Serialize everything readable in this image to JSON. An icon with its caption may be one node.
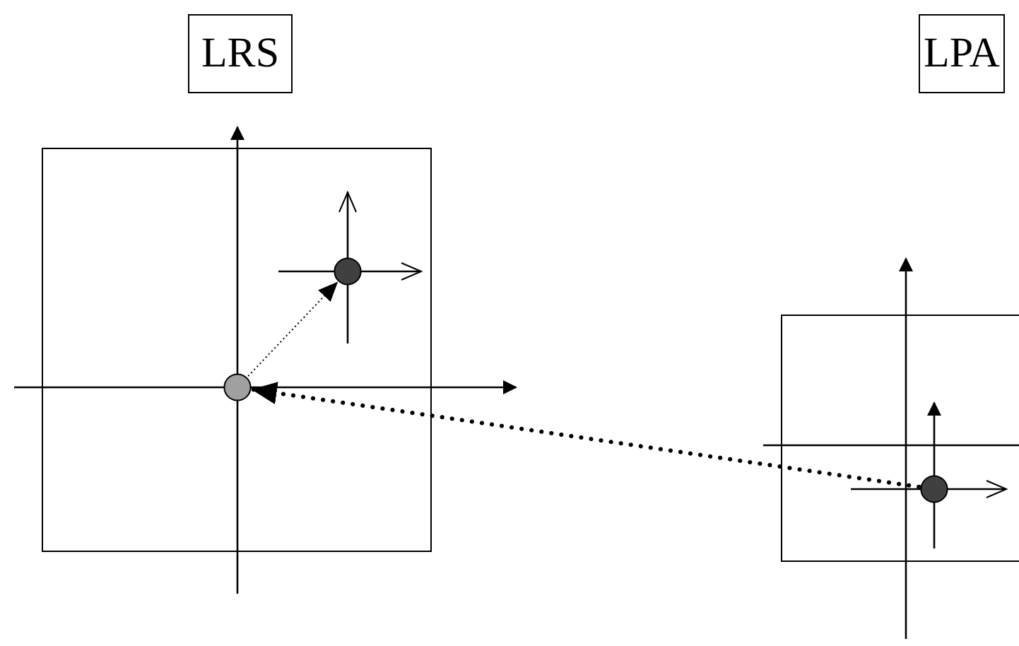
{
  "diagram": {
    "nodes": [
      {
        "text": [
          "LRS"
        ]
      },
      {
        "text": [
          "LPA"
        ]
      },
      {
        "text": [],
        "shape": "circle"
      },
      {
        "text": [],
        "shape": "circle"
      },
      {
        "text": [],
        "shape": "circle"
      }
    ],
    "edges": [
      {
        "from": 2,
        "to": 3,
        "arrow": "to",
        "style": "dashed"
      },
      {
        "from": 4,
        "to": 2,
        "arrow": "to",
        "style": "dashed"
      }
    ]
  }
}
